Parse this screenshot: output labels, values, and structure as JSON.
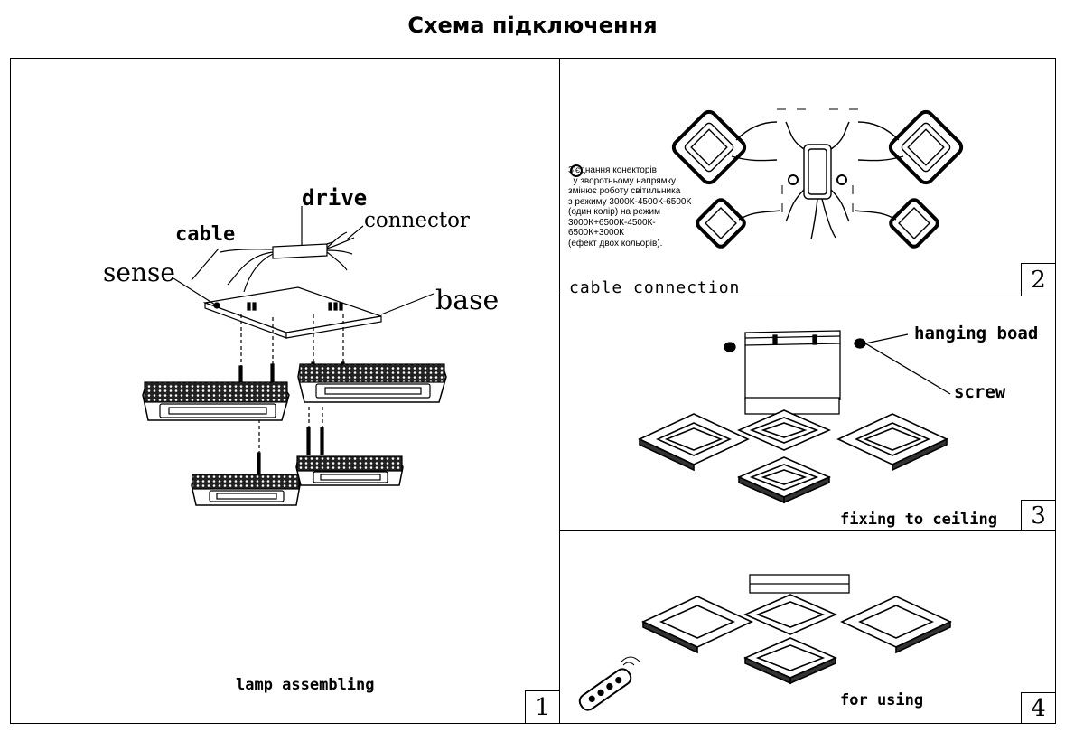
{
  "title": "Схема підключення",
  "panels": {
    "p1": {
      "number": "1",
      "caption": "lamp  assembling",
      "labels": {
        "drive": "drive",
        "connector": "connector",
        "cable": "cable",
        "sense": "sense",
        "base": "base"
      }
    },
    "p2": {
      "number": "2",
      "caption": "cable connection",
      "note": "З'єднання конекторів\n  у зворотньому напрямку\nзмінює роботу світильника\nз режиму 3000К-4500К-6500К\n(один колір) на режим\n3000К+6500К-4500К-\n6500К+3000К\n(ефект двох кольорів)."
    },
    "p3": {
      "number": "3",
      "caption": "fixing to ceiling",
      "labels": {
        "hanging_board": "hanging boad",
        "screw": "screw"
      }
    },
    "p4": {
      "number": "4",
      "caption": "for using"
    }
  }
}
